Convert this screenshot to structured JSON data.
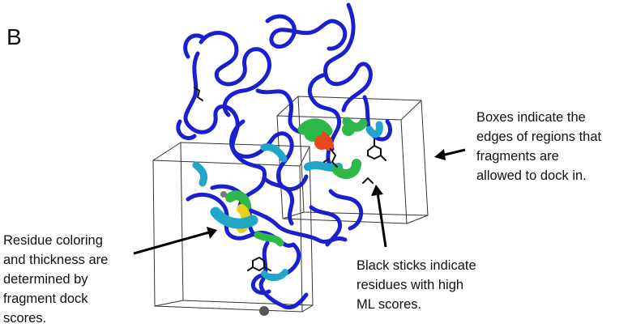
{
  "panel_label": "B",
  "annotations": {
    "boxes": {
      "lines": [
        "Boxes indicate the",
        "edges of regions that",
        "fragments are",
        "allowed to dock in."
      ]
    },
    "residue": {
      "lines": [
        "Residue coloring",
        "and thickness are",
        "determined by",
        "fragment dock",
        "scores."
      ]
    },
    "sticks": {
      "lines": [
        "Black sticks indicate",
        "residues with high",
        "ML scores."
      ]
    }
  },
  "colors": {
    "backbone": "#1a1fd0",
    "low_score": "#1a1fd0",
    "mid_low_score": "#22a6c8",
    "mid_score": "#2fb84a",
    "mid_high_score": "#e6d21c",
    "high_score": "#e8481c",
    "sticks": "#111111",
    "box_edges": "#333333",
    "ions": "#555555"
  }
}
